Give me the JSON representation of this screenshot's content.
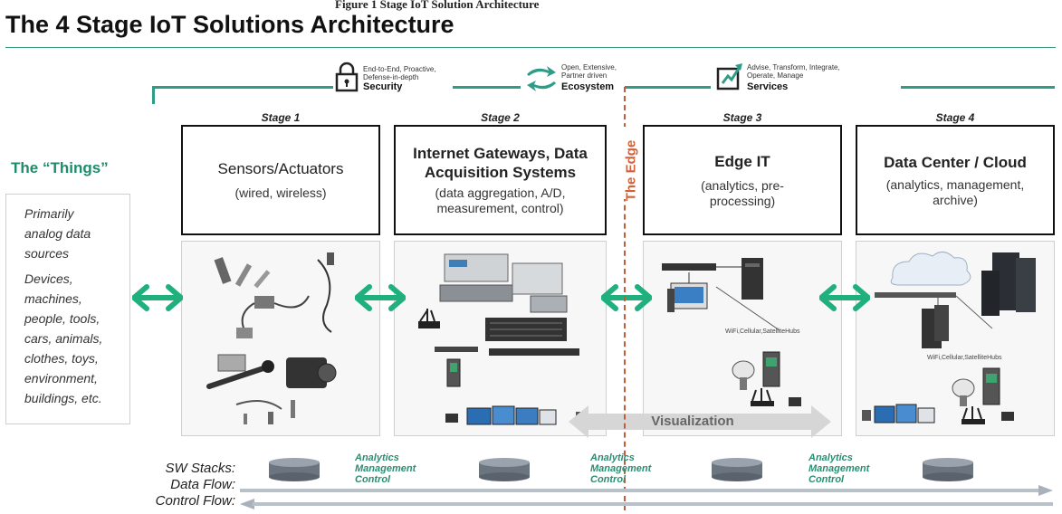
{
  "page": {
    "top_caption": "Figure 1 Stage IoT Solution Architecture",
    "title": "The 4 Stage IoT Solutions Architecture"
  },
  "pillars": [
    {
      "icon": "lock-icon",
      "desc": "End-to-End, Proactive, Defense-in-depth",
      "name": "Security"
    },
    {
      "icon": "ecosystem-arrows-icon",
      "desc": "Open, Extensive, Partner driven",
      "name": "Ecosystem"
    },
    {
      "icon": "services-chart-icon",
      "desc": "Advise, Transform, Integrate, Operate, Manage",
      "name": "Services"
    }
  ],
  "things": {
    "title": "The “Things”",
    "lines": [
      "Primarily",
      "analog data",
      "sources",
      "Devices,",
      "machines,",
      "people, tools,",
      "cars, animals,",
      "clothes, toys,",
      "environment,",
      "buildings, etc."
    ]
  },
  "stages": [
    {
      "label": "Stage 1",
      "title": "Sensors/Actuators",
      "subtitle": "(wired, wireless)"
    },
    {
      "label": "Stage 2",
      "title": "Internet Gateways, Data Acquisition Systems",
      "subtitle": "(data aggregation, A/D, measurement, control)"
    },
    {
      "label": "Stage 3",
      "title": "Edge IT",
      "subtitle": "(analytics, pre-processing)"
    },
    {
      "label": "Stage 4",
      "title": "Data Center / Cloud",
      "subtitle": "(analytics, management, archive)"
    }
  ],
  "edge": {
    "label": "The Edge"
  },
  "hubs": {
    "label": "WiFi,Cellular,SatelliteHubs"
  },
  "visualization": {
    "label": "Visualization"
  },
  "bottom": {
    "labels": [
      "SW Stacks:",
      "Data Flow:",
      "Control Flow:"
    ],
    "analytics": [
      "Analytics",
      "Management",
      "Control"
    ]
  },
  "colors": {
    "accent_green": "#1fb07e",
    "teal": "#2e9c86",
    "edge_orange": "#d0613b",
    "flow_gray": "#b8c0c8"
  }
}
